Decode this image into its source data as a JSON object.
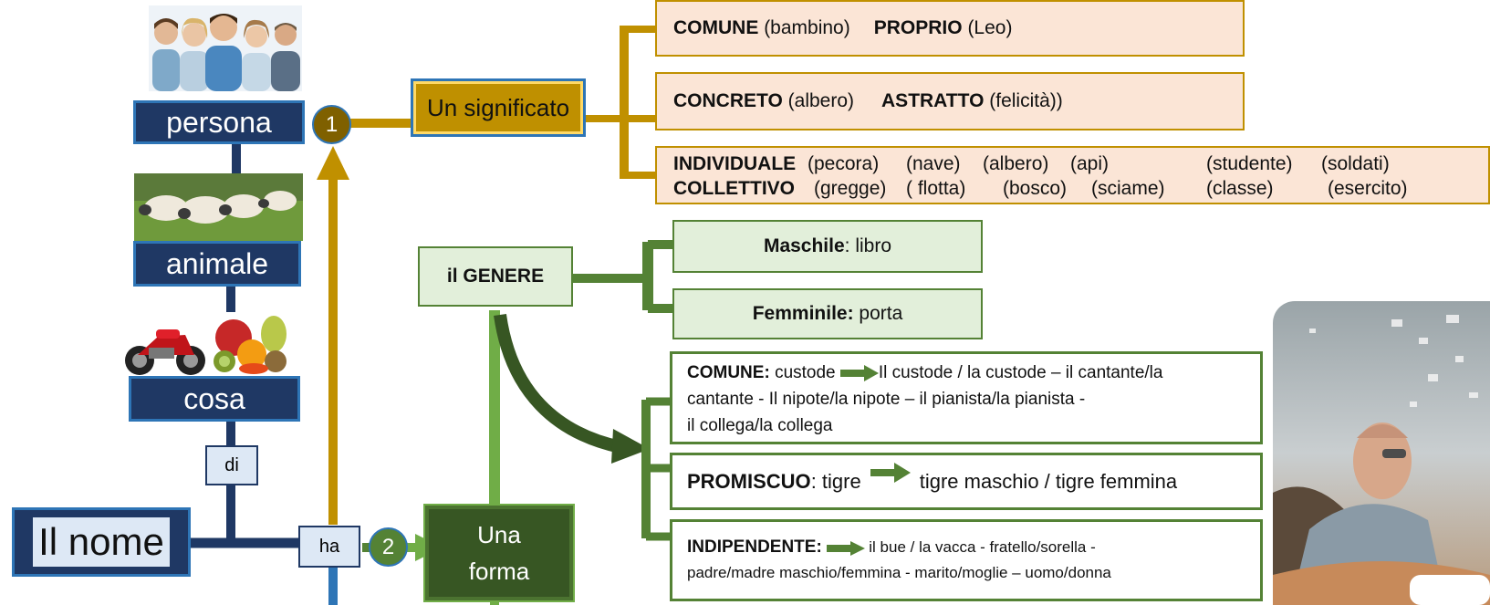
{
  "left": {
    "persona": "persona",
    "animale": "animale",
    "cosa": "cosa",
    "di": "di",
    "nome": "Il nome",
    "ha": "ha"
  },
  "center": {
    "badge1": "1",
    "badge2": "2",
    "significato": "Un significato",
    "forma": "Una forma",
    "genere": "il GENERE"
  },
  "significato_boxes": {
    "comune_head": "COMUNE",
    "comune_ex": "(bambino)",
    "proprio_head": "PROPRIO",
    "proprio_ex": "(Leo)",
    "concreto_head": "CONCRETO",
    "concreto_ex": "(albero)",
    "astratto_head": "ASTRATTO",
    "astratto_ex": "(felicità))",
    "individuale_head": "INDIVIDUALE",
    "individuale_items": [
      "(pecora)",
      "(nave)",
      "(albero)",
      "(api)",
      "(studente)",
      "(soldati)"
    ],
    "collettivo_head": "COLLETTIVO",
    "collettivo_items": [
      "(gregge)",
      "( flotta)",
      "(bosco)",
      "(sciame)",
      "(classe)",
      "(esercito)"
    ]
  },
  "genere_boxes": {
    "maschile_head": "Maschile",
    "maschile_ex": ": libro",
    "femminile_head": "Femminile:",
    "femminile_ex": " porta"
  },
  "tipi": {
    "comune_head": "COMUNE:",
    "comune_w1": "custode",
    "comune_l1": "Il custode / la custode – il cantante/la",
    "comune_l2": "cantante - Il nipote/la nipote – il pianista/la pianista -",
    "comune_l3": "il collega/la collega",
    "promiscuo_head": "PROMISCUO",
    "promiscuo_w1": ": tigre",
    "promiscuo_w2": "tigre maschio / tigre femmina",
    "indipendente_head": "INDIPENDENTE:",
    "indipendente_l1": "il bue / la vacca - fratello/sorella -",
    "indipendente_l2": "padre/madre maschio/femmina - marito/moglie – uomo/donna"
  },
  "colors": {
    "navy": "#1f3864",
    "blue_border": "#2e75b6",
    "gold": "#c09000",
    "gold_fill": "#bf9000",
    "dark_green": "#375623",
    "green": "#548235",
    "green_light": "#70ad47",
    "peach": "#fbe5d6",
    "mint": "#e2efda"
  },
  "icons": [
    "people-photo",
    "sheep-photo",
    "motorcycle-icon",
    "fruit-icon",
    "man-photo",
    "arrow-right-icon"
  ]
}
